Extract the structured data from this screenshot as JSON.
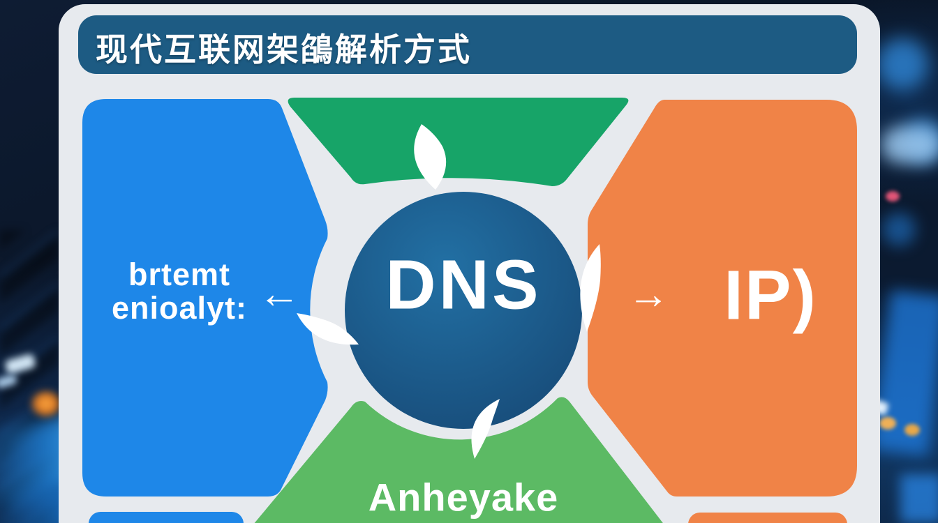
{
  "title": "现代互联网架鵮解析方式",
  "diagram": {
    "center_label": "DNS",
    "left_label_line1": "brtemt",
    "left_label_line2": "enioalyt:",
    "left_arrow_glyph": "←",
    "right_arrow_glyph": "→",
    "right_label": "IP)",
    "bottom_label": "Anheyake"
  },
  "colors": {
    "card": "#e7eaee",
    "title-bar": "#1d5b83",
    "panel-blue": "#1e87e8",
    "panel-green-top": "#17a468",
    "panel-green-bottom": "#5cba64",
    "panel-orange": "#f08347",
    "circle-navy": "#1a5180",
    "text-white": "#ffffff"
  }
}
